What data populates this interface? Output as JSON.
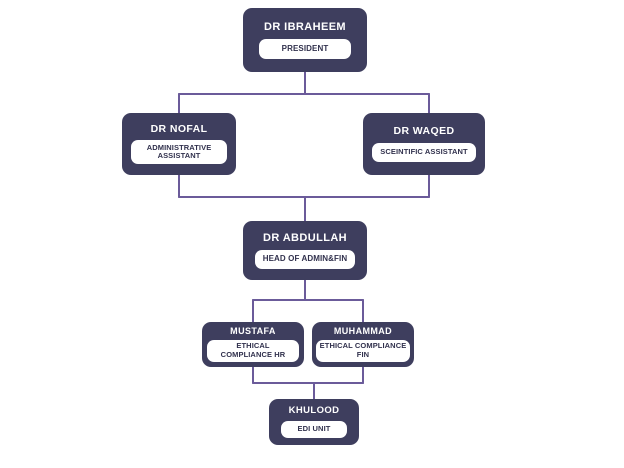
{
  "chart": {
    "type": "org-chart",
    "background_color": "#ffffff",
    "node_color": "#3e3e5e",
    "pill_color": "#ffffff",
    "connector_color": "#6b5b9a",
    "nodes": [
      {
        "id": "ibraheem",
        "name": "DR IBRAHEEM",
        "title": "PRESIDENT",
        "level": 1
      },
      {
        "id": "nofal",
        "name": "DR NOFAL",
        "title": "ADMINISTRATIVE ASSISTANT",
        "level": 2
      },
      {
        "id": "waqed",
        "name": "DR WAQED",
        "title": "SCEINTIFIC ASSISTANT",
        "level": 2
      },
      {
        "id": "abdullah",
        "name": "DR ABDULLAH",
        "title": "HEAD OF ADMIN&FIN",
        "level": 3
      },
      {
        "id": "mustafa",
        "name": "MUSTAFA",
        "title": "ETHICAL COMPLIANCE HR",
        "level": 4
      },
      {
        "id": "muhammad",
        "name": "MUHAMMAD",
        "title": "ETHICAL COMPLIANCE FIN",
        "level": 4
      },
      {
        "id": "khulood",
        "name": "KHULOOD",
        "title": "EDI UNIT",
        "level": 5
      }
    ],
    "edges": [
      {
        "from": "ibraheem",
        "to": "nofal"
      },
      {
        "from": "ibraheem",
        "to": "waqed"
      },
      {
        "from": "nofal",
        "to": "abdullah"
      },
      {
        "from": "waqed",
        "to": "abdullah"
      },
      {
        "from": "abdullah",
        "to": "mustafa"
      },
      {
        "from": "abdullah",
        "to": "muhammad"
      },
      {
        "from": "mustafa",
        "to": "khulood"
      },
      {
        "from": "muhammad",
        "to": "khulood"
      }
    ]
  },
  "nodes": {
    "ibraheem": {
      "name": "DR IBRAHEEM",
      "title": "PRESIDENT"
    },
    "nofal": {
      "name": "DR NOFAL",
      "title": "ADMINISTRATIVE ASSISTANT"
    },
    "waqed": {
      "name": "DR WAQED",
      "title": "SCEINTIFIC ASSISTANT"
    },
    "abdullah": {
      "name": "DR ABDULLAH",
      "title": "HEAD OF ADMIN&FIN"
    },
    "mustafa": {
      "name": "MUSTAFA",
      "title": "ETHICAL COMPLIANCE HR"
    },
    "muhammad": {
      "name": "MUHAMMAD",
      "title": "ETHICAL COMPLIANCE FIN"
    },
    "khulood": {
      "name": "KHULOOD",
      "title": "EDI UNIT"
    }
  }
}
